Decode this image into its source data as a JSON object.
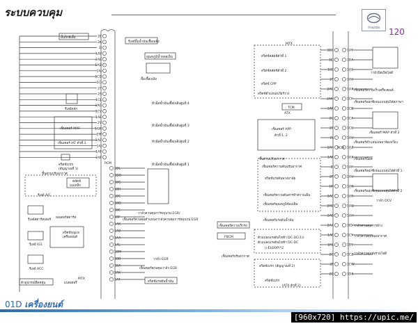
{
  "header": {
    "title": "ระบบควบคุม",
    "page_number": "120",
    "logo_text": "mazda"
  },
  "footer": {
    "ref_prefix": "01D",
    "ref_title": "เครื่องยนต์",
    "watermark": "[960x720] https://upic.me/"
  },
  "left_column": {
    "pins": [
      "2E",
      "2K",
      "2J",
      "1AV",
      "2AE",
      "1AD",
      "2AJ",
      "1CD",
      "1CI",
      "2T",
      "2S",
      "1CL",
      "1AG",
      "1CV",
      "1AE",
      "2V",
      "1AW",
      "2W",
      "1AC",
      "1AJ",
      "1AF",
      "2AF"
    ],
    "labels": {
      "throttle_sensor": "ลิ้นปีกผีเสื้อ",
      "coolant": "อุณหภูมิน้ำหล่อเย็น",
      "relay_main": "รีเลย์หลัก",
      "maf_sensor": "เซ็นเซอร์ MAF",
      "iat_sensor": "เซ็นเซอร์ IAT ตัวที่ 1",
      "brake_switch": "สวิตช์เบรก",
      "brake_switch_signal": "(สัญญาณที่ 1)",
      "ac_box_title": "ชิ้นส่วนปรับอากาศ",
      "ac_relay": "รีเลย์ A/C",
      "ac_compressor_l1": "คลัตช์",
      "ac_compressor_l2": "แม่เหล็ก",
      "starter_relay": "รีเลย์สตาร์ทเตอร์",
      "starter_motor": "มอเตอร์สตาร์ท",
      "ig1_relay": "รีเลย์ IG1",
      "ignition_switch_l1": "สวิตช์กุญแจ",
      "ignition_switch_l2": "เครื่องยนต์",
      "acc_relay": "รีเลย์ ACC",
      "fuse_label": "ตัวอุปกรณ์ยืดหยุ่น",
      "battery": "แบตเตอรี่",
      "mtx": "MTX",
      "pcm": "PCM",
      "fuel_pump_relay": "รีเลย์ปั๊มน้ำมันเชื้อเพลิง",
      "fuel_pump": "ปั๊มเชื้อเพลิง",
      "injector_4": "หัวฉีดน้ำมันเชื้อเพลิงสูบที่ 4",
      "injector_3": "หัวฉีดน้ำมันเชื้อเพลิงสูบที่ 3",
      "injector_2": "หัวฉีดน้ำมันเชื้อเพลิงสูบที่ 2",
      "injector_1": "หัวฉีดน้ำมันเชื้อเพลิงสูบที่ 1",
      "egr_valve": "วาล์ว EGR",
      "egr_sensor": "วาล์วควบคุมการหมุนวน EGR/",
      "egr_sensor2": "เซ็นเซอร์ควบคุมตำแหน่งวาล์วควบคุมการหมุนวน EGR",
      "egr_solenoid": "เซ็นเซอร์ควบคุมวาล์ว EGR",
      "oil_pressure": "สวิตช์แรงดันน้ำมัน"
    },
    "mid_pins": [
      "1DL",
      "1DO",
      "1BG",
      "1BH",
      "1BC",
      "1BD",
      "1BE",
      "1BF",
      "1AK",
      "1AB",
      "1AA",
      "1AL",
      "1BM",
      "1BB",
      "1BA",
      "2AK",
      "1AT"
    ]
  },
  "right_column": {
    "pins": [
      "1EG",
      "1EJ",
      "1CE",
      "2T",
      "2AG",
      "2AM",
      "2AK",
      "2U",
      "2X",
      "2L",
      "1AH",
      "1AK",
      "2I",
      "2R",
      "1M",
      "2AC",
      "2AD",
      "2AB",
      "2AA",
      "1AE",
      "2AL",
      "2O",
      "2P",
      "2D"
    ],
    "outer_pins": [
      "1AY",
      "1BA",
      "1AS",
      "1AV",
      "1AX",
      "1CF",
      "1CB",
      "1CA",
      "1CC",
      "1AU",
      "1AZ",
      "1AX",
      "1AF",
      "2AU",
      "1AN",
      "1AR",
      "1AQ",
      "1AH",
      "1ID",
      "1CY",
      "1BY",
      "1CZ",
      "1CW",
      "1DK"
    ],
    "labels": {
      "mtx": "MTX",
      "clutch_switch_1": "สวิตช์คลัตช์ตัวที่ 1",
      "clutch_switch_2": "สวิตช์คลัตช์ตัวที่ 2",
      "cpp_switch": "สวิตช์ CPP",
      "neutral_switch": "สวิตช์ตำแหน่งเกียร์ว่าง",
      "tcm": "TCM",
      "atx": "ATX",
      "app_sensor_l1": "เซ็นเซอร์ APP",
      "app_sensor_l2": "ตัวที่ 1, 2",
      "ac_box": "ชิ้นส่วนปรับอากาศ",
      "ac_pressure": "เซ็นเซอร์ความดันปรับอากาศ",
      "power_steering": "สวิตช์แรงดันพวงมาลัย",
      "refrigerant_pressure": "เซ็นเซอร์ความดันสารทำความเย็น",
      "evap_temp": "เซ็นเซอร์อุณหภูมิห้องเย็น",
      "brake_pressure": "เซ็นเซอร์แรงดันน้ำมัน",
      "vss": "เซ็นเซอร์ความเร็วรถ",
      "fbcm": "FBCM",
      "dc_converter_l1": "ตัวแปลงแรงดันไฟฟ้า DC-DC(1)/",
      "dc_converter_l2": "ตัวแปลงแรงดันไฟฟ้า DC-DC",
      "dc_converter_l3": "(i-ELOOP)*2",
      "gen_relay": "เซ็นเซอร์ปรับอากาศ",
      "brake_switch": "สวิตช์เบรก (สัญญาณที่ 2)",
      "brake_switch_2": "สวิตช์เบรก",
      "a_cts": "(ATX ตัวที่ 2)",
      "pcm": "PCM",
      "cmp_sensor": "วาล์วปิดเปิดไอดี",
      "ect_sensor": "เซ็นเซอร์ความเร็วเครื่องยนต์",
      "heated_o2": "เซ็นเซอร์ออกซิเจนแบบอุ่นได้สภาพฯ",
      "map_sensor": "เซ็นเซอร์ MAP ตัวที่ 2",
      "ckp_sensor": "เซ็นเซอร์ตำแหน่งเพลาข้อเหวี่ยง",
      "knock_sensor": "เซ็นเซอร์น็อค",
      "o2_upstream": "เซ็นเซอร์ออกซิเจนแบบอุ่นได้ตัวที่ 1",
      "o2_downstream": "เซ็นเซอร์ออกซิเจนแบบอุ่นได้ตัวที่ 2",
      "ocv": "วาล์ว OCV",
      "purge": "วาล์วควบคุมการล้าง",
      "variable_air": "วาล์วควบคุมช่องอากาศ",
      "egr_valve": "วาล์วควบคุมท่อร่วมไอดี"
    }
  }
}
